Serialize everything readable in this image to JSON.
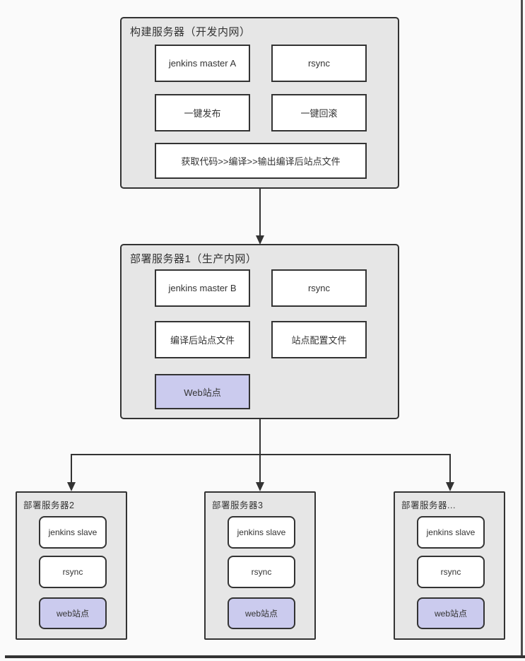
{
  "build_server": {
    "title": "构建服务器（开发内网）",
    "jenkins": "jenkins master A",
    "rsync": "rsync",
    "publish": "一键发布",
    "rollback": "一键回滚",
    "pipeline": "获取代码>>编译>>输出编译后站点文件"
  },
  "deploy_server1": {
    "title": "部署服务器1（生产内网）",
    "jenkins": "jenkins master B",
    "rsync": "rsync",
    "compiled": "编译后站点文件",
    "config": "站点配置文件",
    "web": "Web站点"
  },
  "deploy_nodes": [
    {
      "title": "部署服务器2",
      "jenkins": "jenkins slave",
      "rsync": "rsync",
      "web": "web站点"
    },
    {
      "title": "部署服务器3",
      "jenkins": "jenkins slave",
      "rsync": "rsync",
      "web": "web站点"
    },
    {
      "title": "部署服务器...",
      "jenkins": "jenkins slave",
      "rsync": "rsync",
      "web": "web站点"
    }
  ],
  "colors": {
    "background": "#fafafa",
    "group_fill": "#e6e6e6",
    "node_fill": "#ffffff",
    "web_node_fill": "#cbcbee",
    "border": "#333333",
    "text": "#333333"
  }
}
